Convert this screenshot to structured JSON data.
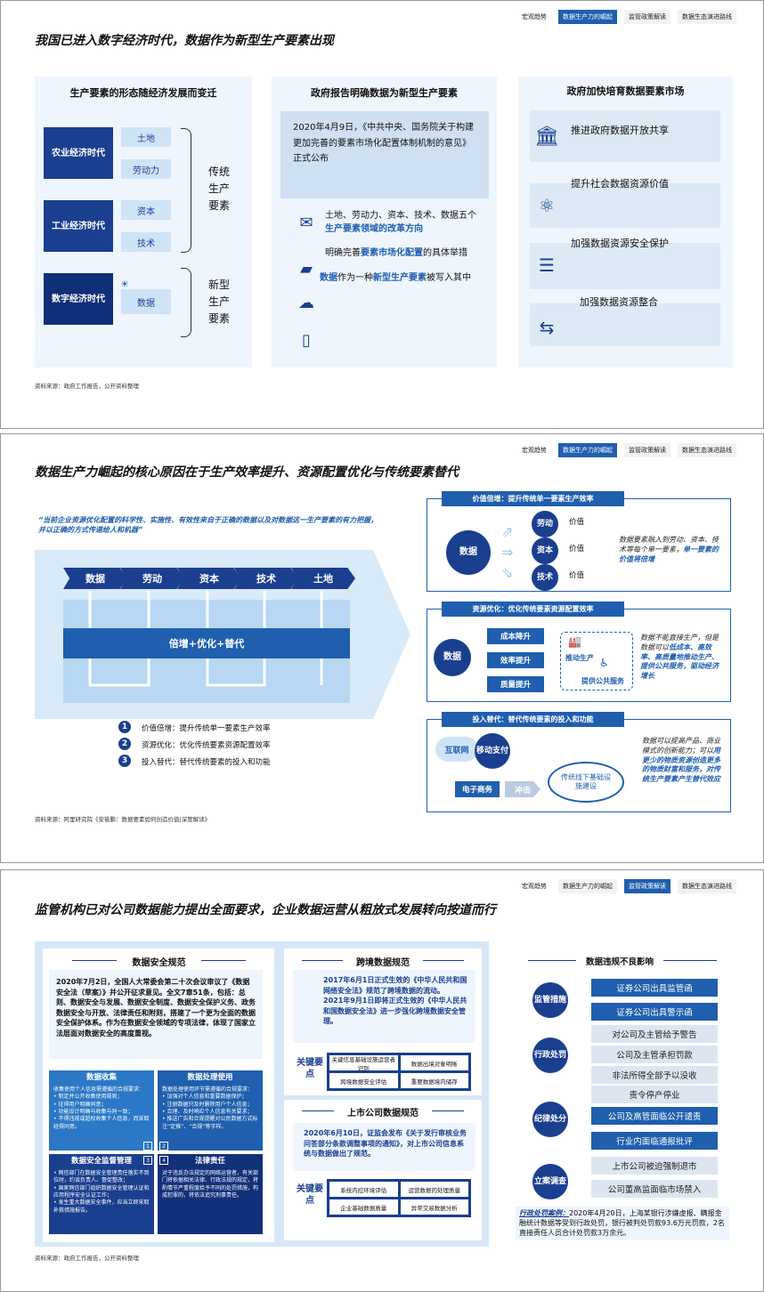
{
  "tabs": [
    "宏观趋势",
    "数据生产力的崛起",
    "监管政策解读",
    "数据生态演进路线"
  ],
  "slide1": {
    "title": "我国已进入数字经济时代，数据作为新型生产要素出现",
    "col1": {
      "title": "生产要素的形态随经济发展而变迁",
      "eras": [
        "农业经济时代",
        "工业经济时代",
        "数字经济时代"
      ],
      "factors": [
        "土地",
        "劳动力",
        "资本",
        "技术",
        "数据"
      ],
      "trad": "传统生产要素",
      "new": "新型生产要素"
    },
    "col2": {
      "title": "政府报告明确数据为新型生产要素",
      "quote": "2020年4月9日，《中共中央、国务院关于构建更加完善的要素市场化配置体制机制的意见》正式公布",
      "b1a": "土地、劳动力、资本、技术、数据五个",
      "b1b": "生产要素领域的改革方向",
      "b2a": "明确完善",
      "b2b": "要素市场化配置",
      "b2c": "的具体举措",
      "b3a": "数据",
      "b3b": "作为一种",
      "b3c": "新型生产要素",
      "b3d": "被写入其中"
    },
    "col3": {
      "title": "政府加快培育数据要素市场",
      "items": [
        "推进政府数据开放共享",
        "提升社会数据资源价值",
        "加强数据资源安全保护",
        "加强数据资源整合"
      ]
    },
    "source": "资料来源：政府工作报告，公开资料整理"
  },
  "slide2": {
    "title": "数据生产力崛起的核心原因在于生产效率提升、资源配置优化与传统要素替代",
    "quote": "“当前企业资源优化配置的科学性、实施性、有效性来自于正确的数据以及对数据这一生产要素的有力把握，并以正确的方式传递给人和机器”",
    "arrows": [
      "数据",
      "劳动",
      "资本",
      "技术",
      "土地"
    ],
    "band": "倍增+优化+替代",
    "legend": [
      {
        "n": "1",
        "t": "价值倍增：提升传统单一要素生产效率"
      },
      {
        "n": "2",
        "t": "资源优化：优化传统要素资源配置效率"
      },
      {
        "n": "3",
        "t": "投入替代：替代传统要素的投入和功能"
      }
    ],
    "box1": {
      "head": "价值倍增：提升传统单一要素生产效率",
      "center": "数据",
      "nodes": [
        "劳动",
        "资本",
        "技术"
      ],
      "value": "价值",
      "desc1": "数据要素融入到劳动、资本、技术等每个单一要素，",
      "desc2": "单一要素的价值将倍增"
    },
    "box2": {
      "head": "资源优化：优化传统要素资源配置效率",
      "center": "数据",
      "items": [
        "成本降升",
        "效率提升",
        "质量提升"
      ],
      "r1": "推动生产",
      "r2": "提供公共服务",
      "desc1": "数据不能直接生产，但是数据可以",
      "desc2": "低成本、高效率、高质量地推动生产、提供公共服务，驱动经济增长"
    },
    "box3": {
      "head": "投入替代：替代传统要素的投入和功能",
      "a": "互联网",
      "b": "移动支付",
      "c": "电子商务",
      "impact": "冲击",
      "target": "传统线下基础设施建设",
      "desc1": "数据可以提高产品、商业模式的创新能力；可以",
      "desc2": "用更少的物质资源创造更多的物质财富和服务，对传统生产要素产生替代效应"
    },
    "source": "资料来源：阿里研究院《安筱鹏：数据要素如何创造价值|深度解读》"
  },
  "slide3": {
    "title": "监管机构已对公司数据能力提出全面要求，企业数据运营从粗放式发展转向按道而行",
    "sec": {
      "title": "数据安全规范",
      "intro": "2020年7月2日，全国人大常委会第二十次会议审议了《数据安全法（草案）》并公开征求意见。全文7章51条，包括：总则、数据安全与发展、数据安全制度、数据安全保护义务、政务数据安全与开放、法律责任和附则，搭建了一个更为全面的数据安全保护体系。作为在数据安全领域的专项法律，体现了国家立法层面对数据安全的高度重视。",
      "tiles": [
        {
          "h": "数据收集",
          "n": "1",
          "t": "收集使用个人信息需遵循的合规要求：\n• 制定并公开收集使用规则；\n• 征得用户明确同意；\n• 功能设计明确与收集与同一致；\n• 不得违规或超权收集个人信息，而采取经得同意。"
        },
        {
          "h": "数据处理使用",
          "n": "2",
          "t": "数据处理使用环节需遵循的合规要求：\n• 加强对个人信息和重要数据保护；\n• 注册数据只及时删除用户个人信息；\n• 合理、及时响应个人信息有关要求；\n• 推送广告和合规提醒对公民数据方式标注“定推”、“合规”等字样。"
        },
        {
          "h": "数据安全监督管理",
          "n": "3",
          "t": "• 网信部门在数据安全管理责任落实不到位时，约谈负责人、督促整改；\n• 国家网信部门组织数据安全管理认证和应用程序安全认证工作；\n• 发生重大数据安全事件，应当立即采取补救措施报告。"
        },
        {
          "h": "法律责任",
          "n": "4",
          "t": "对于违反办法规定的网络运营者，有关部门将依据相关法律、行政法规的规定，将酌情节严重程度给予不同的处罚措施，构成犯罪的，将依法追究刑事责任。"
        }
      ]
    },
    "cross": {
      "title": "跨境数据规范",
      "b1": "2017年6月1日正式生效的《中华人民共和国网络安全法》规范了跨境数据的流动。",
      "b2": "2021年9月1日即将正式生效的《中华人民共和国数据安全法》进一步强化跨境数据安全管理。",
      "key": "关键要点",
      "cells": [
        "关键信息基础设施运营者识别",
        "数据出境对象明晰",
        "跨境数据安全评估",
        "重要数据境内储存"
      ]
    },
    "listed": {
      "title": "上市公司数据规范",
      "body": "2020年6月10日，证监会发布《关于发行审核业务问答部分条款调整事项的通知》，对上市公司信息系统与数据做出了规范。",
      "key": "关键要点",
      "cells": [
        "系统内控环境评估",
        "运营数据的处理质量",
        "企业基础数据质量",
        "异常交易数据分析"
      ]
    },
    "impact": {
      "title": "数据违规不良影响",
      "cats": [
        "监管措施",
        "行政处罚",
        "纪律处分",
        "立案调查"
      ],
      "rows": [
        "证券公司出具监管函",
        "证券公司出具警示函",
        "对公司及主管给予警告",
        "公司及主管承担罚款",
        "非法所得全部予以没收",
        "责令停产停业",
        "公司及高管面临公开谴责",
        "行业内面临通报批评",
        "上市公司被迫强制退市",
        "公司董高监面临市场禁入"
      ],
      "caselabel": "行政处罚案例：",
      "case": "2020年4月20日，上海某银行涉嫌虚报、瞒报金融统计数据等受到行政处罚，银行被判处罚款93.6万元罚款，2名直接责任人员合计处罚款3万余元。"
    },
    "source": "资料来源：政府工作报告，公开资料整理"
  },
  "colors": {
    "navy": "#1a3f8f",
    "blue": "#1f5fae",
    "light": "#eef5fc"
  }
}
